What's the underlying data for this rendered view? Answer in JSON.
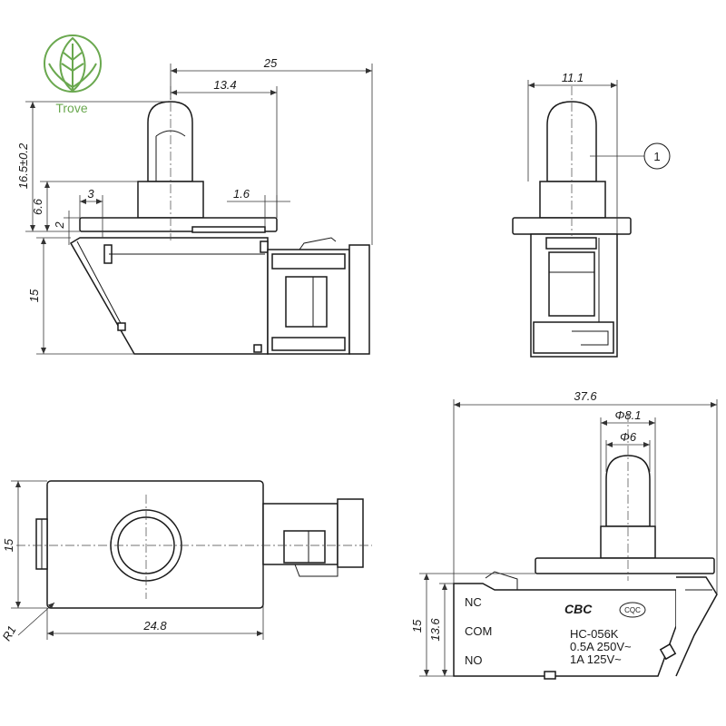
{
  "brand": {
    "name": "Trove",
    "color": "#6aa84f"
  },
  "dimensions": {
    "top_overall_width": "25",
    "top_offset": "13.4",
    "top_height": "16.5±0.2",
    "top_step": "6.6",
    "top_small_3": "3",
    "top_small_16": "1.6",
    "top_small_2": "2",
    "top_body_height": "15",
    "side_width": "11.1",
    "side_callout": "1",
    "bottom_height": "15",
    "bottom_width": "24.8",
    "bottom_radius": "R1",
    "front_overall_width": "37.6",
    "front_dia_outer": "Φ8.1",
    "front_dia_inner": "Φ6",
    "front_height": "15",
    "front_inner_height": "13.6"
  },
  "terminals": {
    "nc": "NC",
    "com": "COM",
    "no": "NO"
  },
  "label": {
    "maker": "CBC",
    "cert": "CQC",
    "model": "HC-056K",
    "rating1": "0.5A 250V~",
    "rating2": "1A 125V~"
  }
}
